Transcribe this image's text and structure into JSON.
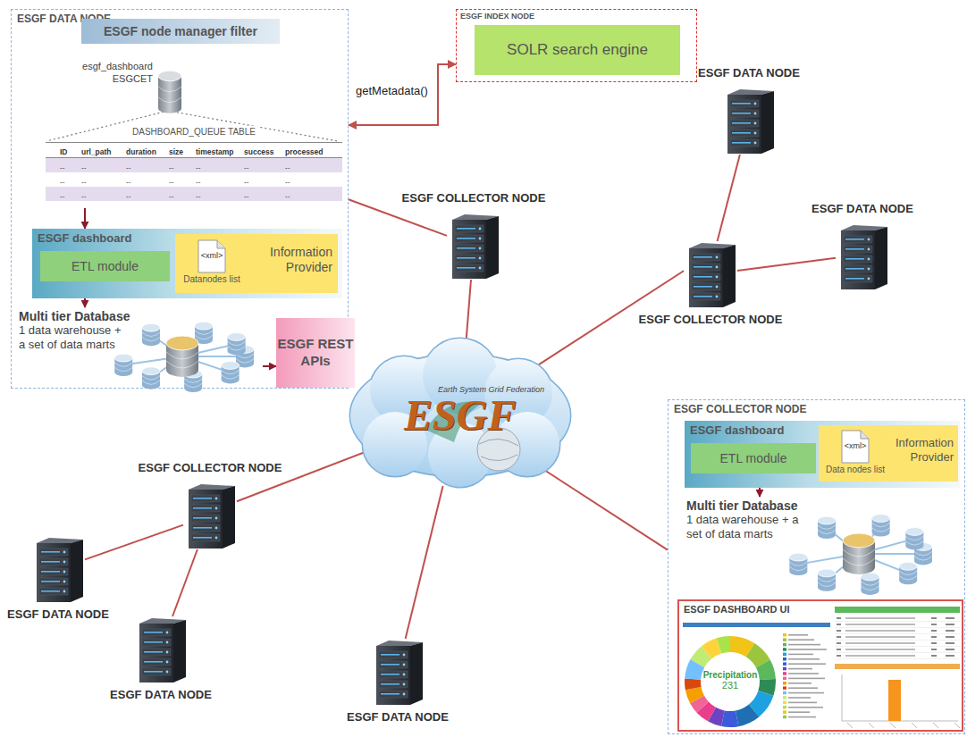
{
  "diagram": {
    "nodes": [
      {
        "text": [
          "ESGF DATA NODE"
        ]
      },
      {
        "text": [
          "ESGF node manager filter"
        ],
        "in": 0
      },
      {
        "text": [
          "esgf_dashboard ESGCET"
        ],
        "in": 0
      },
      {
        "text": [
          "DASHBOARD_QUEUE TABLE"
        ],
        "in": 0
      },
      {
        "text": [
          "ESGF dashboard"
        ],
        "in": 0
      },
      {
        "text": [
          "ETL module"
        ],
        "in": 4
      },
      {
        "text": [
          "Information Provider"
        ],
        "in": 4
      },
      {
        "text": [
          "<xml>",
          "Datanodes list"
        ],
        "in": 6
      },
      {
        "text": [
          "Multi tier Database",
          "1 data warehouse + a set of data marts"
        ],
        "in": 0
      },
      {
        "text": [
          "ESGF REST APIs"
        ],
        "in": 0
      },
      {
        "text": [
          "ESGF INDEX NODE"
        ]
      },
      {
        "text": [
          "SOLR search engine"
        ],
        "in": 10
      },
      {
        "text": [
          "ESGF COLLECTOR NODE"
        ]
      },
      {
        "text": [
          "ESGF DATA NODE"
        ]
      },
      {
        "text": [
          "ESGF DATA NODE"
        ]
      },
      {
        "text": [
          "ESGF COLLECTOR NODE"
        ]
      },
      {
        "text": [
          "Earth System Grid Federation",
          "ESGF"
        ]
      },
      {
        "text": [
          "ESGF COLLECTOR NODE"
        ]
      },
      {
        "text": [
          "ESGF DATA NODE"
        ]
      },
      {
        "text": [
          "ESGF DATA NODE"
        ]
      },
      {
        "text": [
          "ESGF DATA NODE"
        ]
      },
      {
        "text": [
          "ESGF COLLECTOR NODE"
        ]
      },
      {
        "text": [
          "ESGF dashboard"
        ],
        "in": 21
      },
      {
        "text": [
          "ETL module"
        ],
        "in": 22
      },
      {
        "text": [
          "Information Provider"
        ],
        "in": 22
      },
      {
        "text": [
          "<xml>",
          "Data nodes list"
        ],
        "in": 24
      },
      {
        "text": [
          "Multi tier Database",
          "1 data warehouse + a set of data marts"
        ],
        "in": 21
      },
      {
        "text": [
          "ESGF DASHBOARD UI"
        ],
        "in": 21
      },
      {
        "text": [
          "Precipitation",
          "231"
        ],
        "in": 27
      }
    ],
    "edges": [
      {
        "from": 0,
        "to": 10,
        "arrow": "both",
        "label": "getMetadata()"
      },
      {
        "from": 0,
        "to": 12,
        "arrow": "none"
      },
      {
        "from": 3,
        "to": 4,
        "arrow": "to"
      },
      {
        "from": 4,
        "to": 8,
        "arrow": "to"
      },
      {
        "from": 8,
        "to": 9,
        "arrow": "to"
      },
      {
        "from": 12,
        "to": 16,
        "arrow": "none"
      },
      {
        "from": 13,
        "to": 15,
        "arrow": "none"
      },
      {
        "from": 14,
        "to": 15,
        "arrow": "none"
      },
      {
        "from": 15,
        "to": 16,
        "arrow": "none"
      },
      {
        "from": 17,
        "to": 16,
        "arrow": "none"
      },
      {
        "from": 17,
        "to": 18,
        "arrow": "none"
      },
      {
        "from": 17,
        "to": 19,
        "arrow": "none"
      },
      {
        "from": 20,
        "to": 16,
        "arrow": "none"
      },
      {
        "from": 21,
        "to": 16,
        "arrow": "none"
      },
      {
        "from": 22,
        "to": 26,
        "arrow": "to"
      }
    ],
    "labels": [
      "ID",
      "url_path",
      "duration",
      "size",
      "timestamp",
      "success",
      "processed",
      "--",
      "--",
      "--",
      "--",
      "--",
      "--",
      "--",
      "--",
      "--",
      "--",
      "--",
      "--",
      "--",
      "--",
      "--",
      "--",
      "--",
      "--",
      "--",
      "--",
      "--"
    ]
  }
}
